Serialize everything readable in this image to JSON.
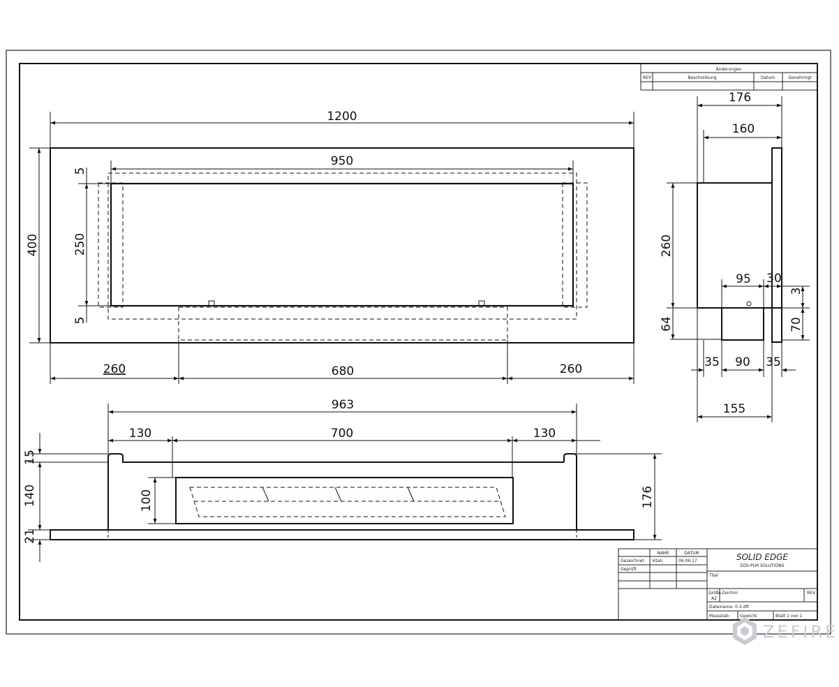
{
  "drawing": {
    "front_view": {
      "overall_width": "1200",
      "overall_height": "400",
      "opening_width": "950",
      "opening_height": "250",
      "top_gap": "5",
      "bottom_gap": "5",
      "left_offset": "260",
      "center_span": "680",
      "right_offset": "260"
    },
    "side_view": {
      "depth_total": "176",
      "depth_inner": "160",
      "body_height": "260",
      "burner_width": "95",
      "burner_gap": "30",
      "small_gap": "3",
      "lower_height": "64",
      "burner_height": "70",
      "bottom_left": "35",
      "bottom_center": "90",
      "bottom_right": "35",
      "base_width": "155"
    },
    "top_view": {
      "overall_width": "963",
      "left_flange": "130",
      "center_width": "700",
      "right_flange": "130",
      "top_lip": "15",
      "body_depth": "140",
      "bottom_plate": "21",
      "inner_depth": "100",
      "total_depth": "176"
    }
  },
  "revision_block": {
    "header": "Änderungen",
    "col_rev": "REV",
    "col_desc": "Beschreibung",
    "col_date": "Datum",
    "col_approved": "Genehmigt"
  },
  "title_block": {
    "col_name": "NAME",
    "col_date": "DATUM",
    "row_drawn": "Gezeichnet",
    "drawn_name": "Vitali",
    "drawn_date": "06.06.17",
    "row_checked": "Geprüft",
    "brand": "SOLID EDGE",
    "brand_sub": "EDS-PLM SOLUTIONS",
    "title_label": "Titel",
    "size_label": "Größe",
    "size_value": "A2",
    "drawing_no_label": "Zeichnr.",
    "rev_label": "REV",
    "file_label": "Dateiname: 0-3.dft",
    "scale_label": "Massstab",
    "weight_label": "Gewicht",
    "sheet_label": "Blatt 1 von 1"
  },
  "watermark": "ZEFIRE"
}
